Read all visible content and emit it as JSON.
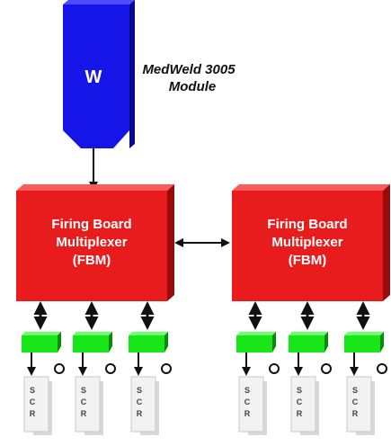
{
  "title": {
    "line1": "MedWeld 3005",
    "line2": "Module"
  },
  "module_block": {
    "label": "W"
  },
  "fbm_blocks": [
    {
      "line1": "Firing Board",
      "line2": "Multiplexer",
      "line3": "(FBM)"
    },
    {
      "line1": "Firing Board",
      "line2": "Multiplexer",
      "line3": "(FBM)"
    }
  ],
  "scr_units": [
    {
      "letters": [
        "S",
        "C",
        "R"
      ]
    },
    {
      "letters": [
        "S",
        "C",
        "R"
      ]
    },
    {
      "letters": [
        "S",
        "C",
        "R"
      ]
    },
    {
      "letters": [
        "S",
        "C",
        "R"
      ]
    },
    {
      "letters": [
        "S",
        "C",
        "R"
      ]
    },
    {
      "letters": [
        "S",
        "C",
        "R"
      ]
    }
  ],
  "colors": {
    "module": "#1515e8",
    "module_side": "#08088a",
    "fbm": "#e81c1c",
    "fbm_side": "#9a0c0c",
    "firing_card": "#19e619",
    "firing_card_side": "#0a8a0a",
    "scr_page": "#f2f2f2",
    "connector": "#111111"
  }
}
